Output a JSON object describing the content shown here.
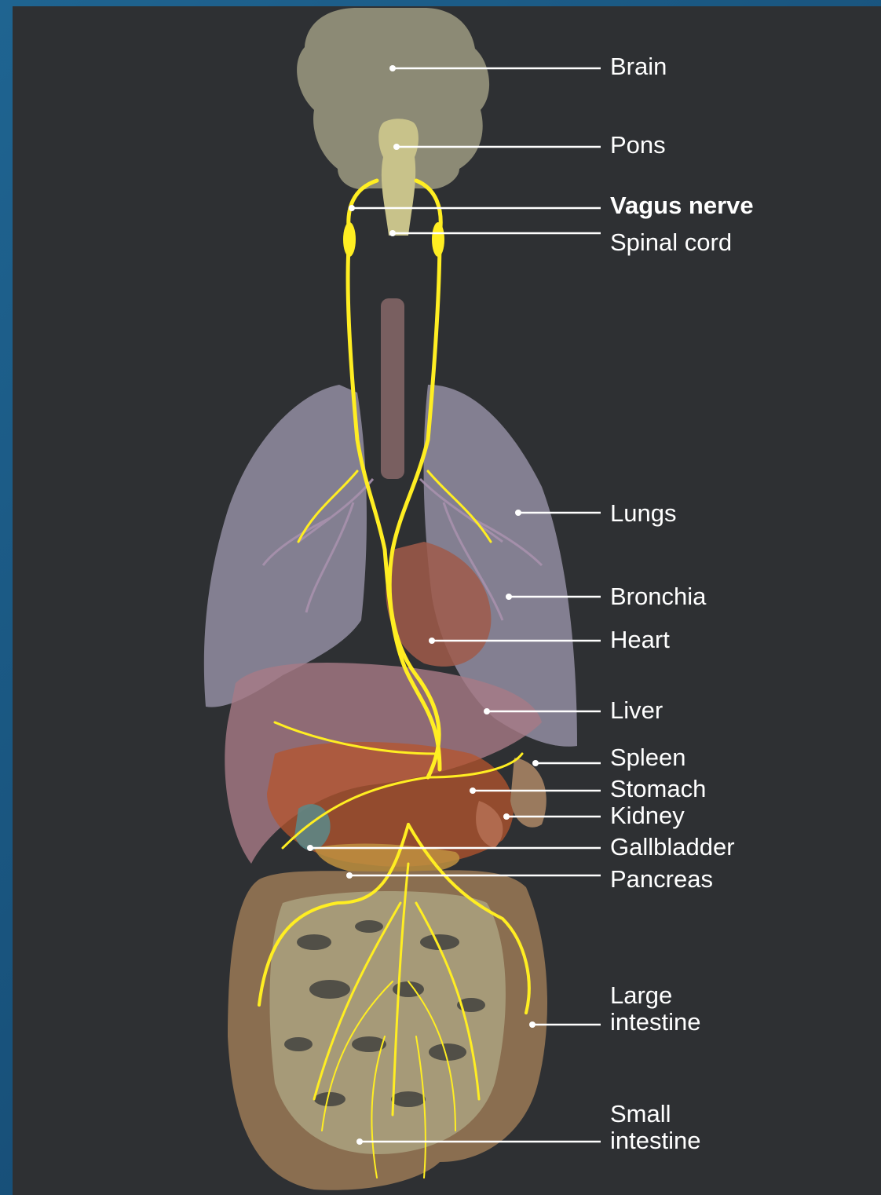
{
  "labels": {
    "brain": "Brain",
    "pons": "Pons",
    "vagus": "Vagus nerve",
    "spinal": "Spinal cord",
    "lungs": "Lungs",
    "bronchia": "Bronchia",
    "heart": "Heart",
    "liver": "Liver",
    "spleen": "Spleen",
    "stomach": "Stomach",
    "kidney": "Kidney",
    "gallbladder": "Gallbladder",
    "pancreas": "Pancreas",
    "large_intestine_1": "Large",
    "large_intestine_2": "intestine",
    "small_intestine_1": "Small",
    "small_intestine_2": "intestine"
  },
  "colors": {
    "background": "#2e3033",
    "frame": "#1c5a85",
    "nerve": "#ffee22",
    "leader": "#ffffff"
  }
}
